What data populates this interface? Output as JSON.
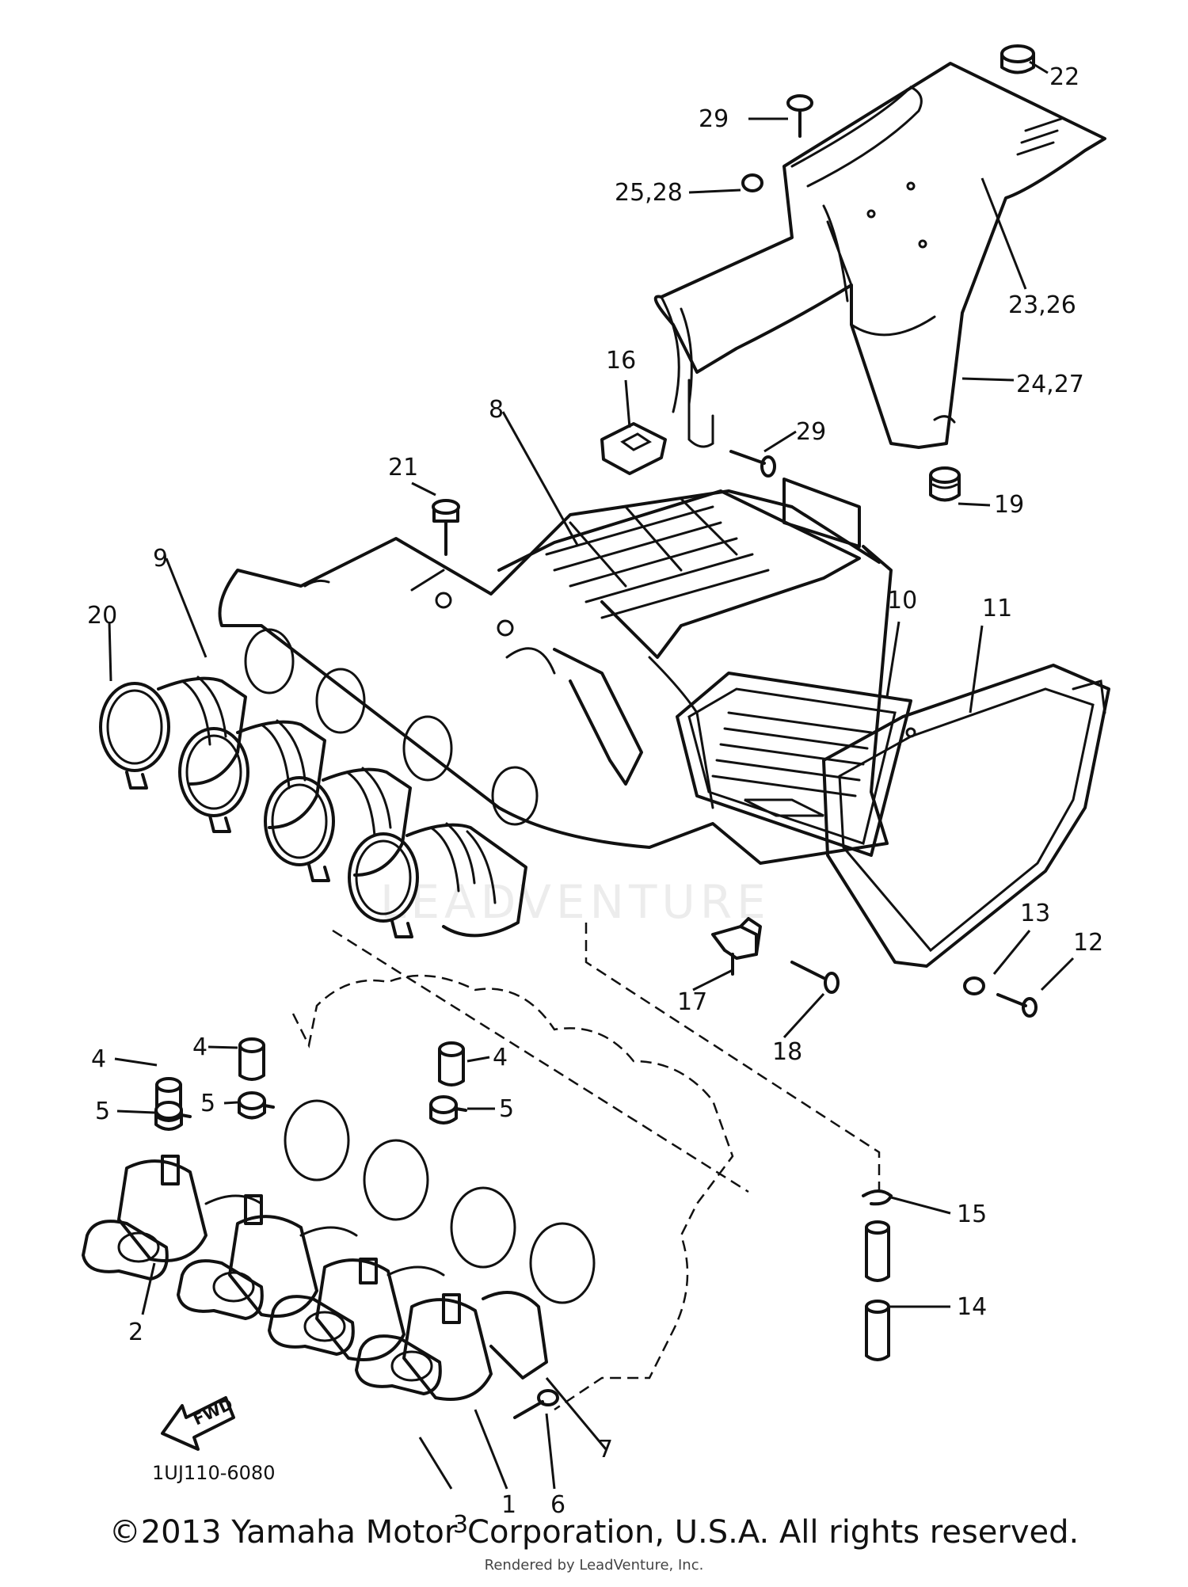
{
  "diagram_code": "1UJ110-6080",
  "fwd_label": "FWD",
  "watermark": "LEADVENTURE",
  "copyright": "©2013 Yamaha Motor Corporation, U.S.A. All rights reserved.",
  "rendered_by": "Rendered by LeadVenture, Inc.",
  "callouts": {
    "c1": "1",
    "c2": "2",
    "c3": "3",
    "c4a": "4",
    "c4b": "4",
    "c4c": "4",
    "c5a": "5",
    "c5b": "5",
    "c5c": "5",
    "c6": "6",
    "c7": "7",
    "c8": "8",
    "c9": "9",
    "c10": "10",
    "c11": "11",
    "c12": "12",
    "c13": "13",
    "c14": "14",
    "c15": "15",
    "c16": "16",
    "c17": "17",
    "c18": "18",
    "c19": "19",
    "c20": "20",
    "c21": "21",
    "c22": "22",
    "c23": "23,26",
    "c24": "24,27",
    "c25": "25,28",
    "c29a": "29",
    "c29b": "29"
  }
}
